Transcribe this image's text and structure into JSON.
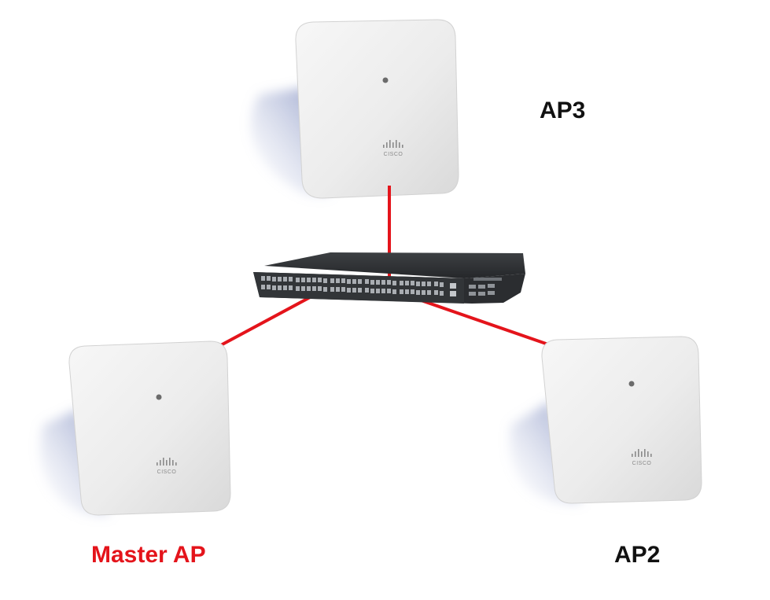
{
  "colors": {
    "link": "#e4141b",
    "master_label": "#e4141b",
    "label": "#111111",
    "ap_body": "#ececec",
    "ap_shadow": "#aab3cf",
    "switch_body": "#2c2e30",
    "port": "#a7abb0"
  },
  "nodes": {
    "ap3": {
      "label": "AP3",
      "logo": "CISCO"
    },
    "switch": {
      "label": ""
    },
    "master_ap": {
      "label": "Master AP",
      "logo": "CISCO"
    },
    "ap2": {
      "label": "AP2",
      "logo": "CISCO"
    }
  },
  "links": [
    {
      "from": "switch",
      "to": "ap3"
    },
    {
      "from": "switch",
      "to": "master_ap"
    },
    {
      "from": "switch",
      "to": "ap2"
    }
  ]
}
